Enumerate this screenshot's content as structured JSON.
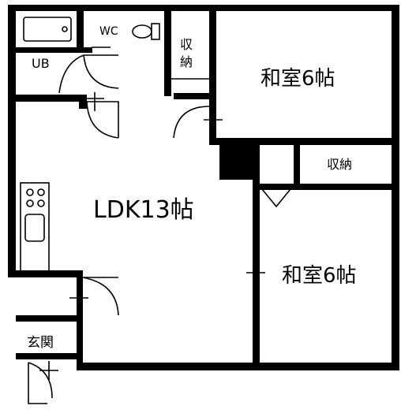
{
  "rooms": {
    "washitsu_top": "和室6帖",
    "washitsu_bottom": "和室6帖",
    "ldk": "LDK13帖",
    "wc": "WC",
    "ub": "UB",
    "shuno_vertical_1": "収",
    "shuno_vertical_2": "納",
    "shuno_right": "収納",
    "genkan": "玄関"
  },
  "colors": {
    "wall": "#000000",
    "background": "#ffffff"
  }
}
